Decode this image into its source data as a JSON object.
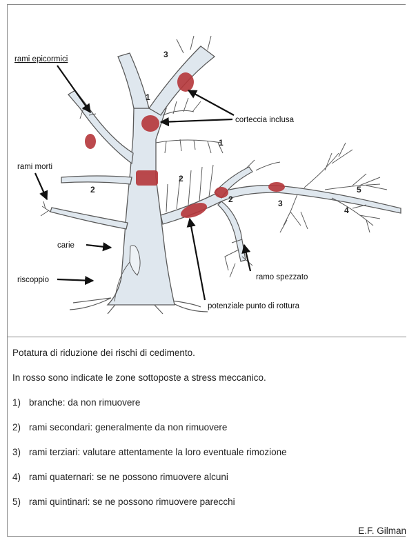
{
  "diagram": {
    "labels": {
      "rami_epicormici": "rami epicormici",
      "rami_morti": "rami morti",
      "carie": "carie",
      "riscoppio": "riscoppio",
      "corteccia_inclusa": "corteccia inclusa",
      "ramo_spezzato": "ramo spezzato",
      "potenziale_punto": "potenziale punto di rottura"
    },
    "numbers": {
      "n1_top": "1",
      "n3_top": "3",
      "n1_right": "1",
      "n2_left": "2",
      "n2_center": "2",
      "n2_lower": "2",
      "n3_right": "3",
      "n4_right": "4",
      "n5_right": "5"
    },
    "colors": {
      "bark": "#dfe7ee",
      "outline": "#5a5a5a",
      "stress": "#b5363a"
    }
  },
  "caption": {
    "title": "Potatura  di riduzione dei rischi di cedimento.",
    "subtitle": "In rosso sono indicate le zone sottoposte a stress meccanico.",
    "items": [
      {
        "num": "1)",
        "text": "branche: da non rimuovere"
      },
      {
        "num": "2)",
        "text": "rami secondari: generalmente da non rimuovere"
      },
      {
        "num": "3)",
        "text": "rami terziari: valutare attentamente la loro eventuale rimozione"
      },
      {
        "num": "4)",
        "text": "rami quaternari: se ne possono rimuovere alcuni"
      },
      {
        "num": "5)",
        "text": "rami quintinari: se ne possono rimuovere parecchi"
      }
    ],
    "credit": "E.F. Gilman"
  }
}
